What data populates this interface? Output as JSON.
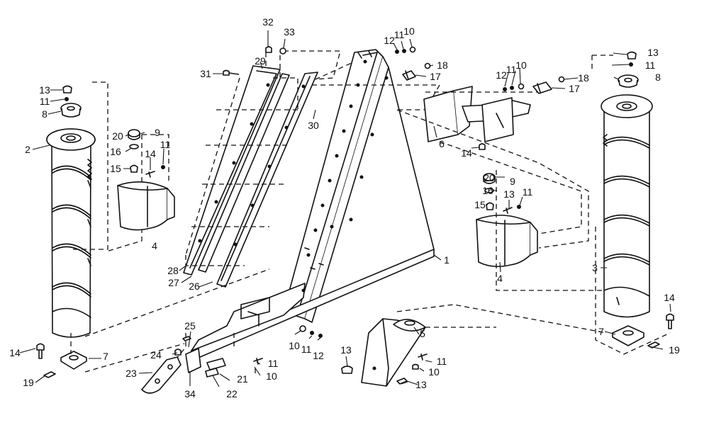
{
  "callouts": [
    {
      "text": "32"
    },
    {
      "text": "33"
    },
    {
      "text": "12"
    },
    {
      "text": "11"
    },
    {
      "text": "10"
    },
    {
      "text": "18"
    },
    {
      "text": "17"
    },
    {
      "text": "31"
    },
    {
      "text": "29"
    },
    {
      "text": "12"
    },
    {
      "text": "11"
    },
    {
      "text": "10"
    },
    {
      "text": "18"
    },
    {
      "text": "17"
    },
    {
      "text": "13"
    },
    {
      "text": "11"
    },
    {
      "text": "8"
    },
    {
      "text": "13"
    },
    {
      "text": "11"
    },
    {
      "text": "8"
    },
    {
      "text": "2"
    },
    {
      "text": "20"
    },
    {
      "text": "9"
    },
    {
      "text": "16"
    },
    {
      "text": "14"
    },
    {
      "text": "11"
    },
    {
      "text": "15"
    },
    {
      "text": "30"
    },
    {
      "text": "6"
    },
    {
      "text": "14"
    },
    {
      "text": "20"
    },
    {
      "text": "9"
    },
    {
      "text": "16"
    },
    {
      "text": "13"
    },
    {
      "text": "11"
    },
    {
      "text": "15"
    },
    {
      "text": "4"
    },
    {
      "text": "1"
    },
    {
      "text": "3"
    },
    {
      "text": "4"
    },
    {
      "text": "28"
    },
    {
      "text": "27"
    },
    {
      "text": "26"
    },
    {
      "text": "14"
    },
    {
      "text": "25"
    },
    {
      "text": "10"
    },
    {
      "text": "11"
    },
    {
      "text": "12"
    },
    {
      "text": "5"
    },
    {
      "text": "7"
    },
    {
      "text": "19"
    },
    {
      "text": "14"
    },
    {
      "text": "7"
    },
    {
      "text": "24"
    },
    {
      "text": "11"
    },
    {
      "text": "13"
    },
    {
      "text": "11"
    },
    {
      "text": "19"
    },
    {
      "text": "23"
    },
    {
      "text": "21"
    },
    {
      "text": "10"
    },
    {
      "text": "10"
    },
    {
      "text": "34"
    },
    {
      "text": "22"
    },
    {
      "text": "13"
    }
  ]
}
